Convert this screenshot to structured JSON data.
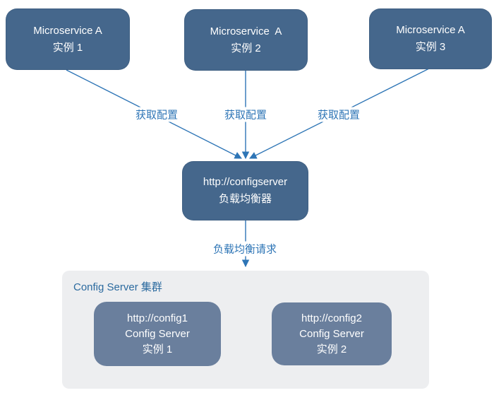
{
  "diagram": {
    "microservices": [
      {
        "line1": "Microservice A",
        "line2": "实例 1"
      },
      {
        "line1": "Microservice  A",
        "line2": "实例 2"
      },
      {
        "line1": "Microservice A",
        "line2": "实例 3"
      }
    ],
    "load_balancer": {
      "line1": "http://configserver",
      "line2": "负载均衡器"
    },
    "edge_labels": {
      "fetch_config_1": "获取配置",
      "fetch_config_2": "获取配置",
      "fetch_config_3": "获取配置",
      "lb_request": "负载均衡请求"
    },
    "cluster": {
      "title": "Config Server 集群",
      "servers": [
        {
          "line1": "http://config1",
          "line2": "Config Server",
          "line3": "实例 1"
        },
        {
          "line1": "http://config2",
          "line2": "Config Server",
          "line3": "实例 2"
        }
      ]
    },
    "colors": {
      "node_fill": "#45678c",
      "server_fill": "#6a7f9d",
      "cluster_fill": "#edeef0",
      "arrow": "#2e75b6",
      "edge_label_text": "#2e75b6",
      "cluster_title_text": "#2b6a9f",
      "node_text": "#ffffff",
      "background": "#ffffff"
    }
  }
}
